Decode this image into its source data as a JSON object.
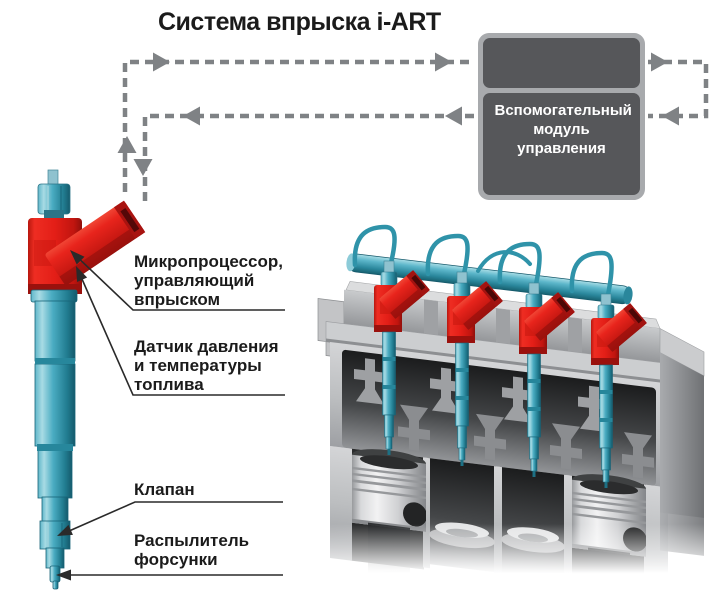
{
  "title": "Система впрыска i-ART",
  "control_module": {
    "label": "Вспомогательный модуль управления"
  },
  "callouts": {
    "microprocessor": "Микропроцессор, управляющий впрыском",
    "pressure_sensor": "Датчик давления и температуры топлива",
    "valve": "Клапан",
    "nozzle": "Распылитель форсунки"
  },
  "illustrations": {
    "injector": "fuel-injector-side-view",
    "engine": "engine-cutaway-with-four-injectors",
    "flow": "dashed-feedback-loop-between-injector-and-module"
  },
  "colors": {
    "accent_red": "#e31e17",
    "injector_teal": "#4aacc2",
    "module_panel": "#56575a",
    "module_frame": "#a8aaad",
    "arrow_gray": "#7f8285",
    "text": "#1b1b1b"
  }
}
